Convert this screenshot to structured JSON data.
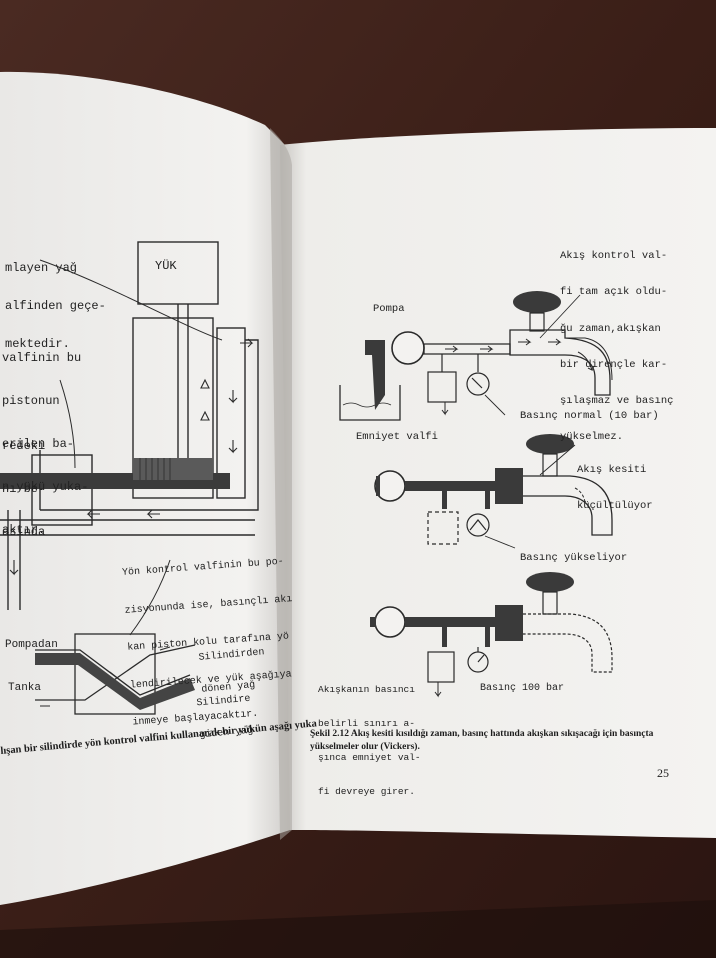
{
  "left_page": {
    "top_note": [
      "mlayen yağ",
      "alfinden geçe-",
      "mektedir."
    ],
    "load_label": "YÜK",
    "valve_note": [
      "valfinin bu",
      "pistonun",
      "erilen ba-",
      "n yükü yuka-",
      "aktır."
    ],
    "lower_note": [
      "redeki",
      "nı be-",
      "asında"
    ],
    "direction_note": [
      "Yön kontrol valfinin bu po-",
      "zisyonunda ise, basınçlı akı",
      "kan piston kolu tarafına yö",
      "lendirilecek ve yük aşağıya",
      "inmeye başlayacaktır."
    ],
    "from_pump": "Pompadan",
    "to_tank": "Tanka",
    "from_cylinder": [
      "Silindirden",
      "dönen yağ"
    ],
    "to_cylinder": [
      "Silindire",
      "giden yağ"
    ],
    "caption": "lışan bir silindirde yön kontrol valfini kullanarak bir yükün aşağı yuka"
  },
  "right_page": {
    "flow_note": [
      "Akış kontrol val-",
      "fi tam açık oldu-",
      "ğu zaman,akışkan",
      "bir dirençle kar-",
      "şılaşmaz ve basınç",
      "yükselmez."
    ],
    "pump_label": "Pompa",
    "relief_label": "Emniyet valfi",
    "pressure_normal": "Basınç normal (10 bar)",
    "narrowed_note": [
      "Akış kesiti",
      "küçültülüyor"
    ],
    "pressure_rising": "Basınç yükseliyor",
    "fluid_note": [
      "Akışkanın basıncı",
      "belirli sınırı a-",
      "şınca emniyet val-",
      "fi devreye girer."
    ],
    "pressure_100": "Basınç 100 bar",
    "caption_line1": "Şekil 2.12 Akış kesiti kısıldığı zaman,  basınç hattında akışkan sıkışacağı için basınçta",
    "caption_line2": "yükselmeler olur (Vickers).",
    "page_number": "25"
  },
  "colors": {
    "table": "#3a1f18",
    "paper": "#f1f0ee",
    "ink": "#2a2a2a",
    "dark_fill": "#3c3c3c"
  }
}
